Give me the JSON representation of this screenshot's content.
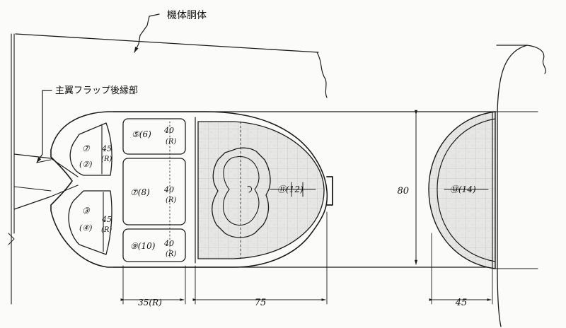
{
  "labels": {
    "fuselage": "機体胴体",
    "main_flap_trailing_edge": "主翼フラップ後縁部"
  },
  "dimensions": {
    "height": "80",
    "pocket_width": "35(R)",
    "mid_length": "75",
    "end_width": "45"
  },
  "compartments": [
    {
      "ids": "⑤(6)",
      "size": "40",
      "r": "(R)"
    },
    {
      "ids": "⑦",
      "sub": "(②)",
      "size": "45",
      "r": "(R)"
    },
    {
      "ids": "⑦(8)",
      "size": "40",
      "r": "(R)"
    },
    {
      "ids": "③",
      "sub": "(④)",
      "size": "45",
      "r": "(R)"
    },
    {
      "ids": "⑨(10)",
      "size": "40",
      "r": "(R)"
    },
    {
      "ids": "⑪(12)"
    },
    {
      "ids": "⑬(14)"
    }
  ],
  "colors": {
    "ink": "#1c1c1c",
    "shade": "#e4e4e2",
    "paper": "#fbfbfa"
  }
}
